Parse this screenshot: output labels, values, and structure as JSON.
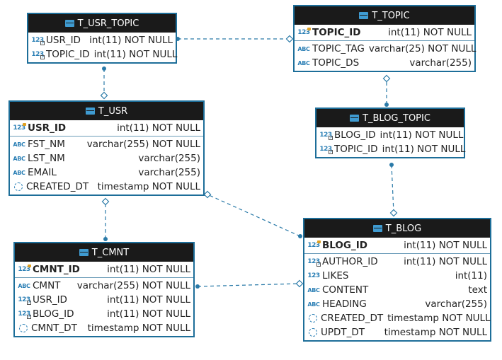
{
  "tables": {
    "usr_topic": {
      "name": "T_USR_TOPIC",
      "columns": [
        {
          "name": "USR_ID",
          "type": "int(11) NOT NULL",
          "icon": "number-fk-icon"
        },
        {
          "name": "TOPIC_ID",
          "type": "int(11) NOT NULL",
          "icon": "number-fk-icon"
        }
      ]
    },
    "topic": {
      "name": "T_TOPIC",
      "pk": {
        "name": "TOPIC_ID",
        "type": "int(11) NOT NULL",
        "icon": "number-key-icon"
      },
      "columns": [
        {
          "name": "TOPIC_TAG",
          "type": "varchar(25) NOT NULL",
          "icon": "text-icon"
        },
        {
          "name": "TOPIC_DS",
          "type": "varchar(255)",
          "icon": "text-icon"
        }
      ]
    },
    "usr": {
      "name": "T_USR",
      "pk": {
        "name": "USR_ID",
        "type": "int(11) NOT NULL",
        "icon": "number-key-icon"
      },
      "columns": [
        {
          "name": "FST_NM",
          "type": "varchar(255) NOT NULL",
          "icon": "text-icon"
        },
        {
          "name": "LST_NM",
          "type": "varchar(255)",
          "icon": "text-icon"
        },
        {
          "name": "EMAIL",
          "type": "varchar(255)",
          "icon": "text-icon"
        },
        {
          "name": "CREATED_DT",
          "type": "timestamp NOT NULL",
          "icon": "timestamp-icon"
        }
      ]
    },
    "blog_topic": {
      "name": "T_BLOG_TOPIC",
      "columns": [
        {
          "name": "BLOG_ID",
          "type": "int(11) NOT NULL",
          "icon": "number-fk-icon"
        },
        {
          "name": "TOPIC_ID",
          "type": "int(11) NOT NULL",
          "icon": "number-fk-icon"
        }
      ]
    },
    "cmnt": {
      "name": "T_CMNT",
      "pk": {
        "name": "CMNT_ID",
        "type": "int(11) NOT NULL",
        "icon": "number-key-icon"
      },
      "columns": [
        {
          "name": "CMNT",
          "type": "varchar(255) NOT NULL",
          "icon": "text-icon"
        },
        {
          "name": "USR_ID",
          "type": "int(11) NOT NULL",
          "icon": "number-fk-icon"
        },
        {
          "name": "BLOG_ID",
          "type": "int(11) NOT NULL",
          "icon": "number-fk-icon"
        },
        {
          "name": "CMNT_DT",
          "type": "timestamp NOT NULL",
          "icon": "timestamp-icon"
        }
      ]
    },
    "blog": {
      "name": "T_BLOG",
      "pk": {
        "name": "BLOG_ID",
        "type": "int(11) NOT NULL",
        "icon": "number-key-icon"
      },
      "columns": [
        {
          "name": "AUTHOR_ID",
          "type": "int(11) NOT NULL",
          "icon": "number-fk-icon"
        },
        {
          "name": "LIKES",
          "type": "int(11)",
          "icon": "number-icon"
        },
        {
          "name": "CONTENT",
          "type": "text",
          "icon": "text-icon"
        },
        {
          "name": "HEADING",
          "type": "varchar(255)",
          "icon": "text-icon"
        },
        {
          "name": "CREATED_DT",
          "type": "timestamp NOT NULL",
          "icon": "timestamp-icon"
        },
        {
          "name": "UPDT_DT",
          "type": "timestamp NOT NULL",
          "icon": "timestamp-icon"
        }
      ]
    }
  },
  "relationships": [
    {
      "from": "T_USR_TOPIC",
      "to": "T_TOPIC"
    },
    {
      "from": "T_USR_TOPIC",
      "to": "T_USR"
    },
    {
      "from": "T_BLOG_TOPIC",
      "to": "T_TOPIC"
    },
    {
      "from": "T_BLOG_TOPIC",
      "to": "T_BLOG"
    },
    {
      "from": "T_CMNT",
      "to": "T_USR"
    },
    {
      "from": "T_CMNT",
      "to": "T_BLOG"
    },
    {
      "from": "T_BLOG",
      "to": "T_USR"
    }
  ],
  "colors": {
    "border": "#1d6e99",
    "header": "#1a1a1a",
    "link": "#2a7aa8",
    "icon": "#2b7fb5"
  }
}
